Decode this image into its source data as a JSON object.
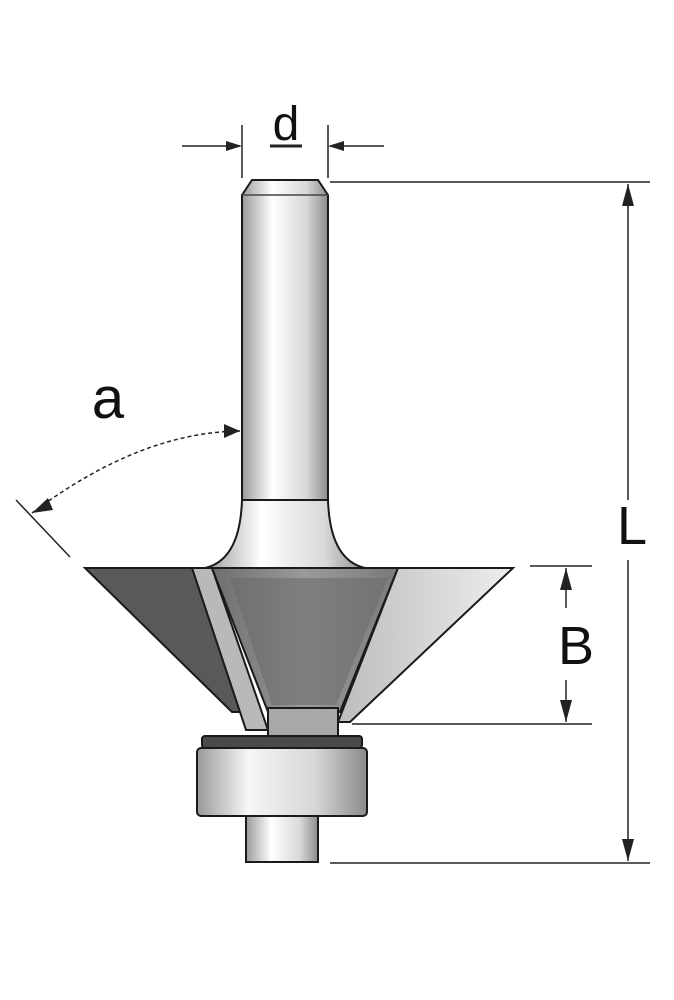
{
  "labels": {
    "shank_diameter": "d",
    "bevel_angle": "a",
    "overall_length": "L",
    "cutting_height": "B"
  },
  "colors": {
    "outline": "#1a1a1a",
    "dimension_line": "#222222",
    "cutter_dark": "#585858",
    "cutter_mid": "#8a8a8a",
    "cutter_light": "#d4d4d4",
    "shank": "#dcdcdc",
    "bearing": "#d2d2d2"
  }
}
